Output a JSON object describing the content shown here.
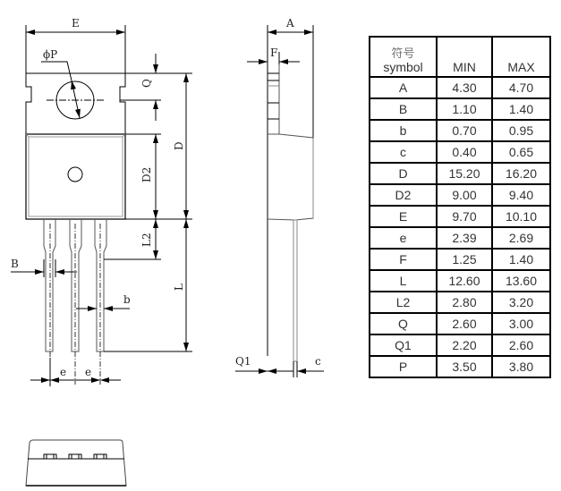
{
  "drawing": {
    "front_view": {
      "labels": {
        "E": "E",
        "phiP": "ϕP",
        "Q": "Q",
        "D": "D",
        "D2": "D2",
        "L2": "L2",
        "L": "L",
        "B": "B",
        "b": "b",
        "e1": "e",
        "e2": "e"
      }
    },
    "side_view": {
      "labels": {
        "A": "A",
        "F": "F",
        "Q1": "Q1",
        "c": "c"
      }
    },
    "bottom_view": {
      "pin_count": 3
    }
  },
  "table": {
    "header": {
      "symbol_cn": "符号",
      "symbol_en": "symbol",
      "min": "MIN",
      "max": "MAX"
    },
    "rows": [
      {
        "symbol": "A",
        "min": "4.30",
        "max": "4.70"
      },
      {
        "symbol": "B",
        "min": "1.10",
        "max": "1.40"
      },
      {
        "symbol": "b",
        "min": "0.70",
        "max": "0.95"
      },
      {
        "symbol": "c",
        "min": "0.40",
        "max": "0.65"
      },
      {
        "symbol": "D",
        "min": "15.20",
        "max": "16.20"
      },
      {
        "symbol": "D2",
        "min": "9.00",
        "max": "9.40"
      },
      {
        "symbol": "E",
        "min": "9.70",
        "max": "10.10"
      },
      {
        "symbol": "e",
        "min": "2.39",
        "max": "2.69"
      },
      {
        "symbol": "F",
        "min": "1.25",
        "max": "1.40"
      },
      {
        "symbol": "L",
        "min": "12.60",
        "max": "13.60"
      },
      {
        "symbol": "L2",
        "min": "2.80",
        "max": "3.20"
      },
      {
        "symbol": "Q",
        "min": "2.60",
        "max": "3.00"
      },
      {
        "symbol": "Q1",
        "min": "2.20",
        "max": "2.60"
      },
      {
        "symbol": "P",
        "min": "3.50",
        "max": "3.80"
      }
    ]
  }
}
